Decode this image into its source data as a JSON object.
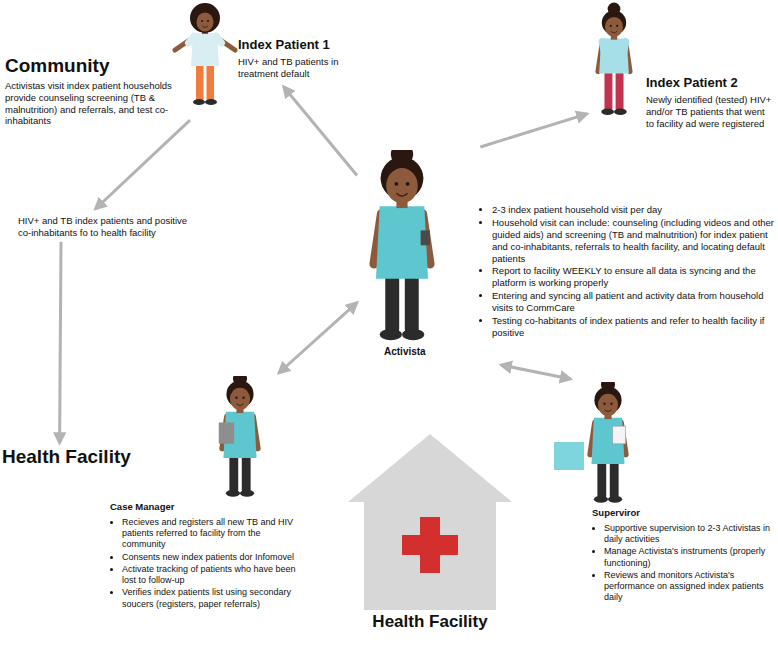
{
  "diagram": {
    "nodes": [
      {
        "text": [
          "Community",
          "Activistas visit index patient households provide counseling screening (TB & malnutrition) and referrals, and test co-inhabitants"
        ]
      },
      {
        "text": [
          "Index Patient 1",
          "HIV+ and TB patients in treatment default"
        ]
      },
      {
        "text": [
          "Index Patient 2",
          "Newly identified (tested) HIV+ and/or TB patients that went to facility ad were registered"
        ]
      },
      {
        "text": [
          "Activista",
          "2-3 index patient household visit per day",
          "Household visit can include: counseling (including videos and other guided aids) and screening (TB and malnutrition) for index patient and co-inhabitants, referrals to health facility, and locating default patients",
          "Report to facility WEEKLY to ensure all data is syncing and the platform is working properly",
          "Entering and syncing all patient and activity data from household visits to CommCare",
          "Testing co-habitants of index patients and refer to health facility if positive"
        ]
      },
      {
        "text": [
          "HIV+ and TB index patients and positive co-inhabitants fo to health facility"
        ]
      },
      {
        "text": [
          "Health Facility"
        ]
      },
      {
        "text": [
          "Case Manager",
          "Recieves and registers all new TB and HIV patients referred to facility from the community",
          "Consents new index patients dor Infomovel",
          "Activate tracking of patients who have been lost to follow-up",
          "Verifies index patients list using secondary soucers (registers, paper referrals)"
        ]
      },
      {
        "text": [
          "Superviror",
          "Supportive supervision to 2-3 Activistas in daily activities",
          "Manage Activista's instruments (properly functioning)",
          "Reviews and monitors Activista's performance on assigned index patients daily"
        ]
      },
      {
        "text": [
          "Health Facility"
        ]
      }
    ],
    "edges": [
      {
        "from": 3,
        "to": 1,
        "arrow": "to"
      },
      {
        "from": 3,
        "to": 2,
        "arrow": "to"
      },
      {
        "from": 0,
        "to": 4,
        "arrow": "to"
      },
      {
        "from": 4,
        "to": 5,
        "arrow": "to"
      },
      {
        "from": 3,
        "to": 6,
        "arrow": "both"
      },
      {
        "from": 3,
        "to": 7,
        "arrow": "both"
      }
    ]
  }
}
